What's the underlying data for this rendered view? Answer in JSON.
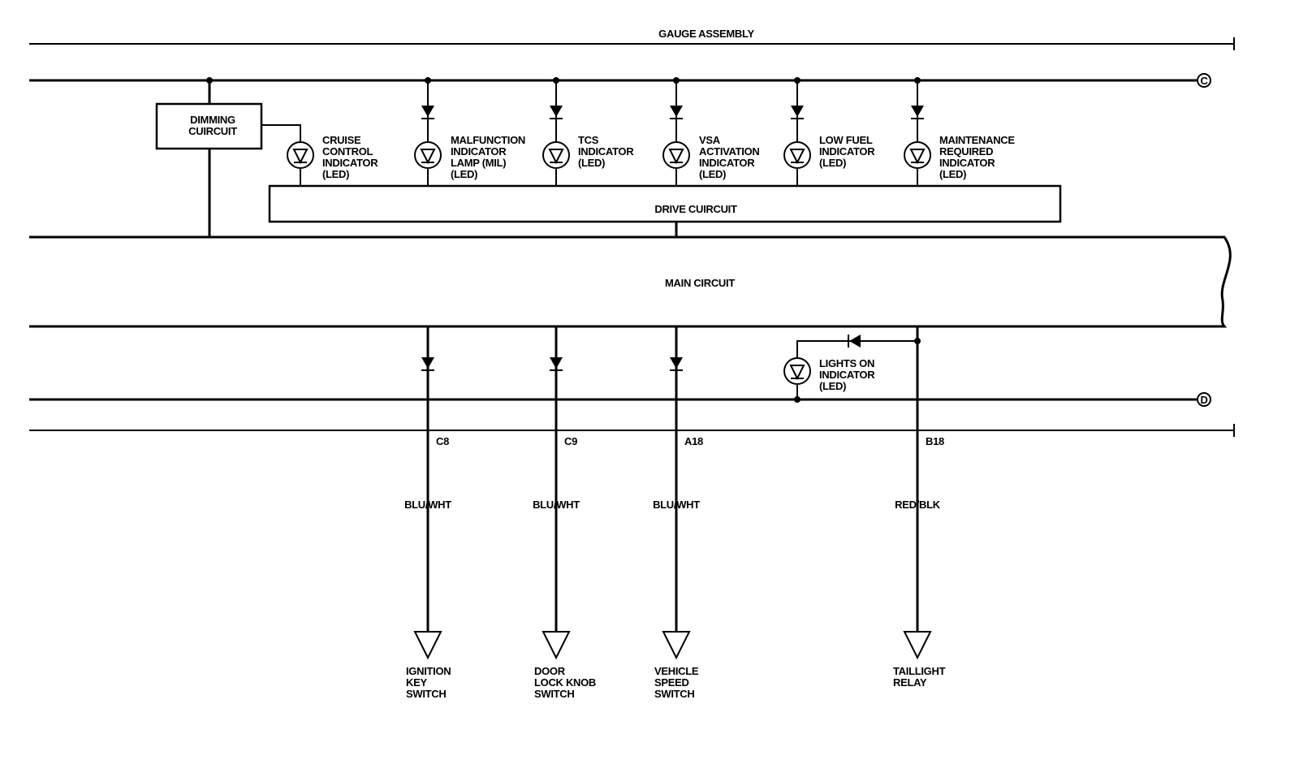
{
  "gauge_assembly": {
    "label": "GAUGE ASSEMBLY"
  },
  "connectors": {
    "top": "C",
    "bottom": "D"
  },
  "blocks": {
    "dimming": [
      "DIMMING",
      "CUIRCUIT"
    ],
    "drive": "DRIVE CUIRCUIT",
    "main": "MAIN CIRCUIT"
  },
  "indicators": [
    {
      "lines": [
        "CRUISE",
        "CONTROL",
        "INDICATOR",
        "(LED)"
      ]
    },
    {
      "lines": [
        "MALFUNCTION",
        "INDICATOR",
        "LAMP (MIL)",
        "(LED)"
      ]
    },
    {
      "lines": [
        "TCS",
        "INDICATOR",
        "(LED)"
      ]
    },
    {
      "lines": [
        "VSA",
        "ACTIVATION",
        "INDICATOR",
        "(LED)"
      ]
    },
    {
      "lines": [
        "LOW FUEL",
        "INDICATOR",
        "(LED)"
      ]
    },
    {
      "lines": [
        "MAINTENANCE",
        "REQUIRED",
        "INDICATOR",
        "(LED)"
      ]
    }
  ],
  "lights_on_indicator": {
    "lines": [
      "LIGHTS ON",
      "INDICATOR",
      "(LED)"
    ]
  },
  "terminals": [
    {
      "pin": "C8",
      "wire": "BLU/WHT",
      "dest": [
        "IGNITION",
        "KEY",
        "SWITCH"
      ]
    },
    {
      "pin": "C9",
      "wire": "BLU/WHT",
      "dest": [
        "DOOR",
        "LOCK KNOB",
        "SWITCH"
      ]
    },
    {
      "pin": "A18",
      "wire": "BLU/WHT",
      "dest": [
        "VEHICLE",
        "SPEED",
        "SWITCH"
      ]
    },
    {
      "pin": "B18",
      "wire": "RED/BLK",
      "dest": [
        "TAILLIGHT",
        "RELAY"
      ]
    }
  ]
}
